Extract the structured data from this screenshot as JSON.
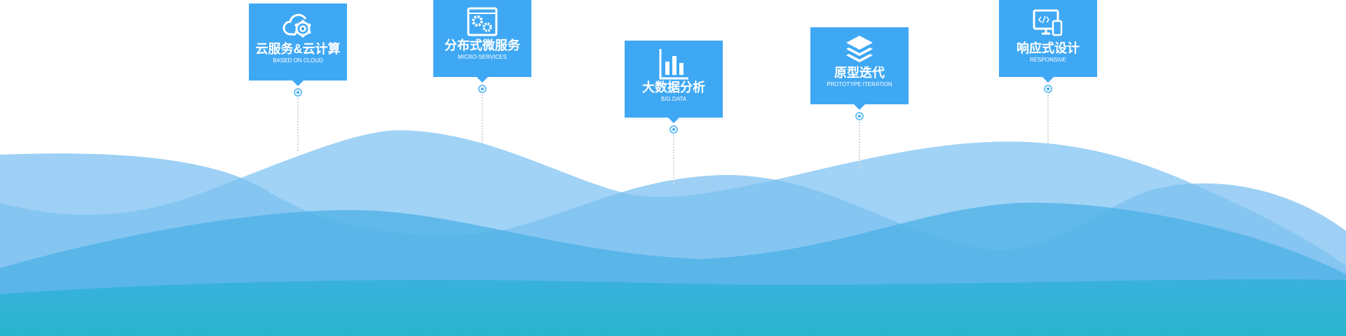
{
  "features": [
    {
      "title": "云服务&云计算",
      "subtitle": "BASED ON CLOUD",
      "icon": "cloud-gear-icon"
    },
    {
      "title": "分布式微服务",
      "subtitle": "MICRO-SERVICES",
      "icon": "window-gears-icon"
    },
    {
      "title": "大数据分析",
      "subtitle": "BIG DATA",
      "icon": "bar-chart-icon"
    },
    {
      "title": "原型迭代",
      "subtitle": "PROTOTYPE ITERATION",
      "icon": "layers-icon"
    },
    {
      "title": "响应式设计",
      "subtitle": "RESPONSIVE",
      "icon": "responsive-devices-icon"
    }
  ],
  "colors": {
    "box": "#3fa8f4",
    "wave_light": "#9dd0f5",
    "wave_bottom": "#21b6c9"
  }
}
